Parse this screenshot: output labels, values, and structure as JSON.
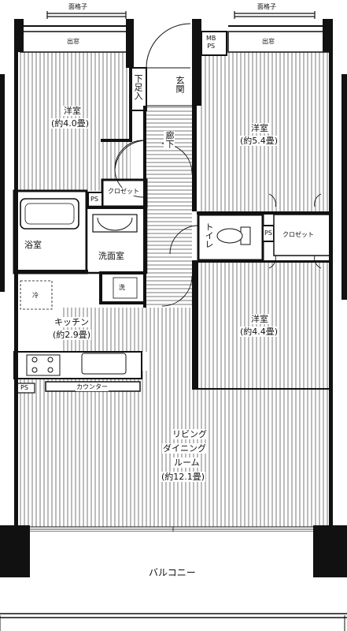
{
  "labels": {
    "lattice_left": "面格子",
    "lattice_right": "面格子",
    "bay_window_left": "出窓",
    "bay_window_right": "出窓",
    "mb_ps": "MB\nPS",
    "shoe_closet": "下足入",
    "entrance": "玄関",
    "hallway": "廊下",
    "room_nw_name": "洋室",
    "room_nw_size": "(約4.0畳)",
    "room_ne_name": "洋室",
    "room_ne_size": "(約5.4畳)",
    "closet_center": "クロゼット",
    "ps_center": "PS",
    "bathroom": "浴室",
    "washroom": "洗面室",
    "toilet": "トイレ",
    "ps_toilet": "PS",
    "closet_right": "クロゼット",
    "washer": "洗",
    "fridge": "冷",
    "kitchen_name": "キッチン",
    "kitchen_size": "(約2.9畳)",
    "room_se_name": "洋室",
    "room_se_size": "(約4.4畳)",
    "ps_kitchen": "PS",
    "counter": "カウンター",
    "ldk_line1": "リビング",
    "ldk_line2": "ダイニング",
    "ldk_line3": "ルーム",
    "ldk_size": "(約12.1畳)",
    "balcony": "バルコニー"
  }
}
